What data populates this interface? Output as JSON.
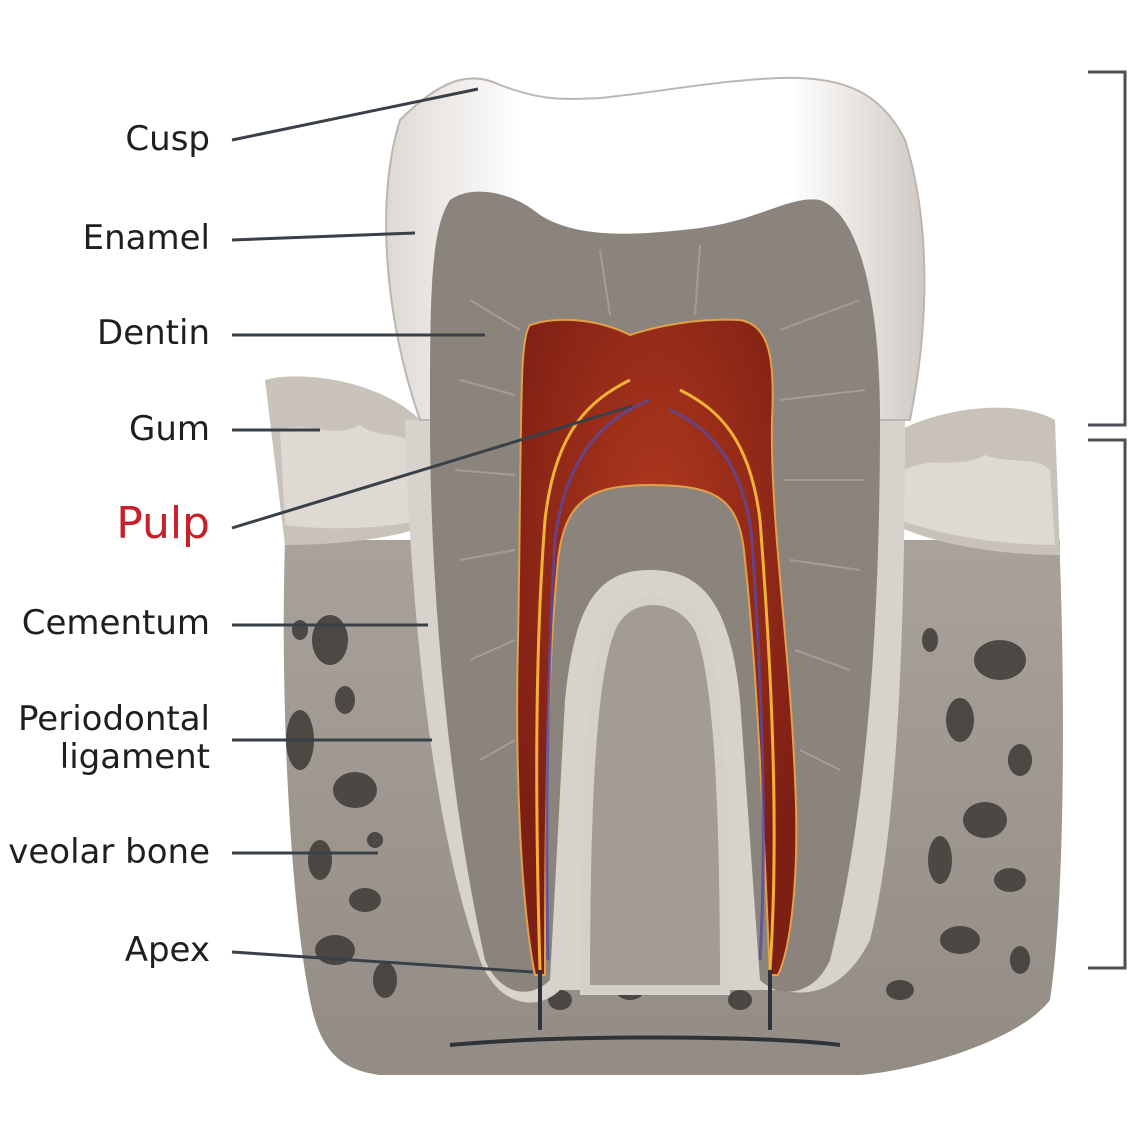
{
  "diagram": {
    "labels": {
      "cusp": "Cusp",
      "enamel": "Enamel",
      "dentin": "Dentin",
      "gum": "Gum",
      "pulp": "Pulp",
      "cementum": "Cementum",
      "periodontal_line1": "Periodontal",
      "periodontal_line2": "ligament",
      "alveolar_bone": "veolar bone",
      "apex": "Apex"
    },
    "colors": {
      "label_text": "#1f1f1f",
      "highlight": "#c8202a",
      "leader_line": "#3a4048",
      "bracket": "#4a4f55",
      "bone": "#b3aca4",
      "bone_dark": "#8c857e",
      "dentin": "#8b847c",
      "enamel": "#f4f1ee",
      "pulp": "#9a2a1c",
      "gum": "#cfc8c1"
    }
  }
}
